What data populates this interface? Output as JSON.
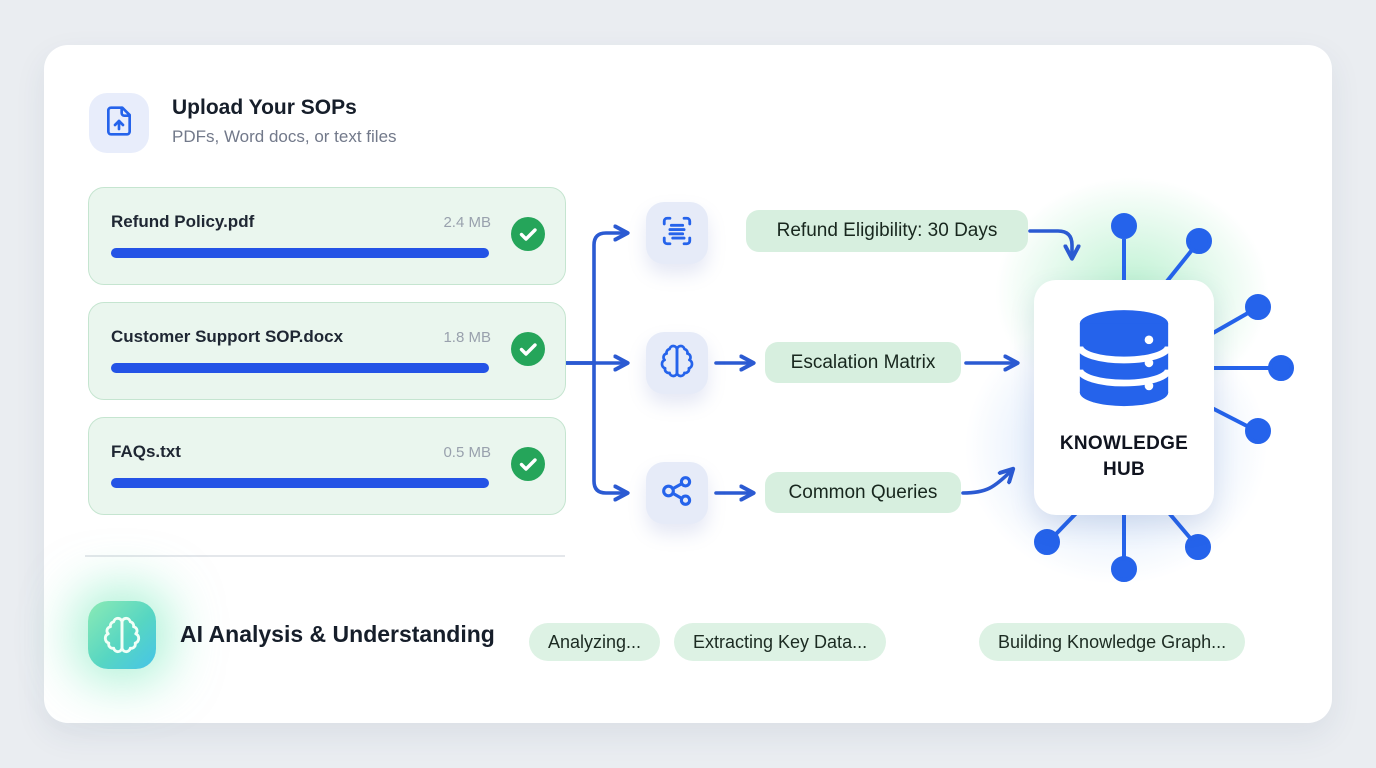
{
  "upload_section": {
    "title": "Upload Your SOPs",
    "subtitle": "PDFs, Word docs, or text files"
  },
  "files": [
    {
      "name": "Refund Policy.pdf",
      "size": "2.4 MB",
      "progress_percent": 100,
      "status": "complete"
    },
    {
      "name": "Customer Support SOP.docx",
      "size": "1.8 MB",
      "progress_percent": 100,
      "status": "complete"
    },
    {
      "name": "FAQs.txt",
      "size": "0.5 MB",
      "progress_percent": 100,
      "status": "complete"
    }
  ],
  "processing": {
    "icons": [
      "scan-text-icon",
      "brain-icon",
      "share-network-icon"
    ],
    "labels": [
      "Refund Eligibility: 30 Days",
      "Escalation Matrix",
      "Common Queries"
    ]
  },
  "hub": {
    "label": "KNOWLEDGE HUB",
    "icon": "database-icon"
  },
  "analysis_section": {
    "title": "AI Analysis & Understanding",
    "icon": "brain-gradient-icon",
    "badges": [
      "Analyzing...",
      "Extracting Key Data...",
      "Building Knowledge Graph..."
    ]
  },
  "colors": {
    "page_background": "#eaedf1",
    "accent_blue": "#2563eb",
    "arrow_blue": "#2b5ad2",
    "progress_blue": "#2453e6",
    "success_green": "#25a55a",
    "file_card_bg": "#eaf6ee",
    "file_card_border": "#c5e5d0",
    "pill_green_bg": "#d7efdf",
    "badge_green_bg": "#ddf2e4",
    "tile_bg": "#e6ebf8"
  }
}
